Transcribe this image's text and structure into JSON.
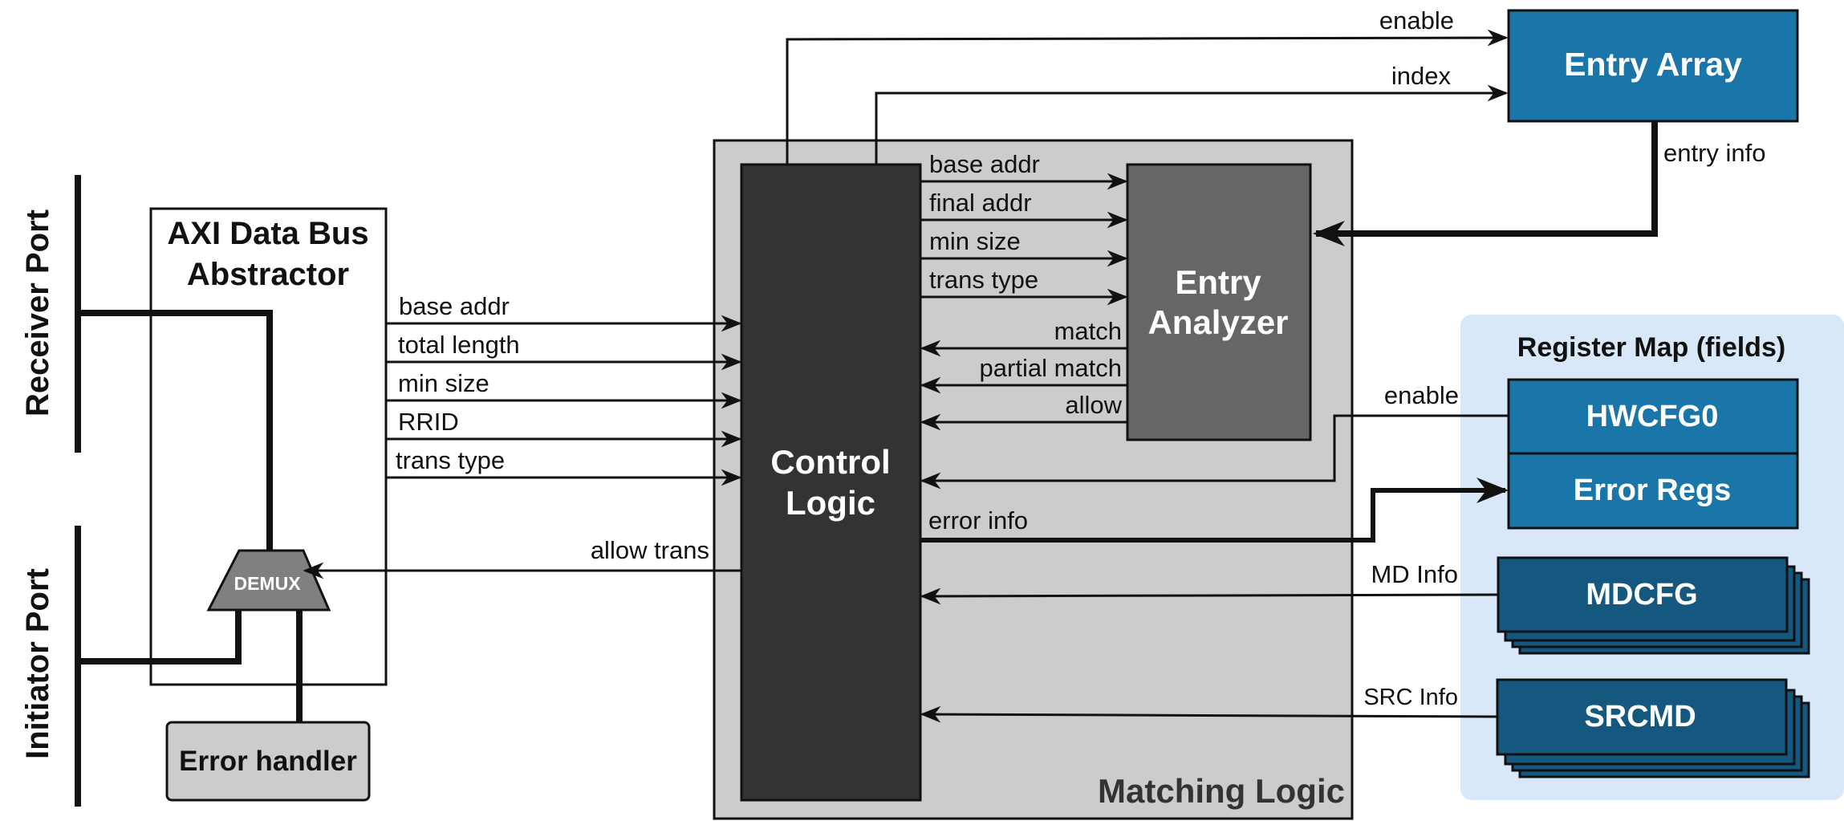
{
  "ports": {
    "receiver": "Receiver Port",
    "initiator": "Initiator Port"
  },
  "abstractor": {
    "title_line1": "AXI Data Bus",
    "title_line2": "Abstractor",
    "demux": "DEMUX",
    "signals": [
      "base addr",
      "total length",
      "min size",
      "RRID",
      "trans type"
    ],
    "allow_trans": "allow trans"
  },
  "error_handler": "Error handler",
  "matching_logic": {
    "title": "Matching Logic",
    "control_logic_line1": "Control",
    "control_logic_line2": "Logic",
    "entry_analyzer_line1": "Entry",
    "entry_analyzer_line2": "Analyzer",
    "to_analyzer": [
      "base addr",
      "final addr",
      "min size",
      "trans type"
    ],
    "from_analyzer": [
      "match",
      "partial match",
      "allow"
    ],
    "error_info": "error info"
  },
  "entry_array": {
    "title": "Entry Array",
    "enable": "enable",
    "index": "index",
    "entry_info": "entry info"
  },
  "register_map": {
    "title": "Register Map (fields)",
    "hwcfg0": "HWCFG0",
    "error_regs": "Error Regs",
    "mdcfg": "MDCFG",
    "srcmd": "SRCMD",
    "enable": "enable",
    "md_info": "MD Info",
    "src_info": "SRC Info"
  },
  "colors": {
    "blue": "#1a76a8",
    "dark_blue": "#14587f",
    "control_logic": "#333333",
    "entry_analyzer": "#666666",
    "matching_bg": "#cccccc",
    "regmap_bg": "#d9e8f8"
  }
}
